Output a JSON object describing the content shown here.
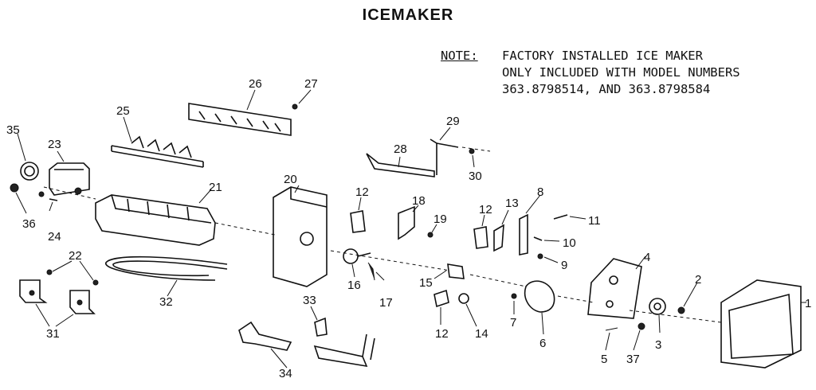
{
  "title": "ICEMAKER",
  "note": {
    "label": "NOTE:",
    "lines": [
      "FACTORY INSTALLED ICE MAKER",
      "ONLY INCLUDED WITH MODEL NUMBERS",
      "363.8798514, AND 363.8798584"
    ]
  },
  "part_labels": {
    "p1": "1",
    "p2": "2",
    "p3": "3",
    "p5": "5",
    "p6": "6",
    "p7": "7",
    "p8": "8",
    "p9": "9",
    "p10": "10",
    "p11": "11",
    "p12a": "12",
    "p12b": "12",
    "p12c": "12",
    "p13": "13",
    "p14": "14",
    "p15": "15",
    "p16": "16",
    "p17": "17",
    "p18": "18",
    "p19": "19",
    "p20": "20",
    "p21": "21",
    "p22": "22",
    "p23": "23",
    "p24": "24",
    "p25": "25",
    "p26": "26",
    "p27": "27",
    "p28": "28",
    "p29": "29",
    "p30": "30",
    "p31": "31",
    "p32": "32",
    "p33": "33",
    "p34": "34",
    "p35": "35",
    "p36": "36",
    "p37": "37",
    "p4": "4"
  }
}
